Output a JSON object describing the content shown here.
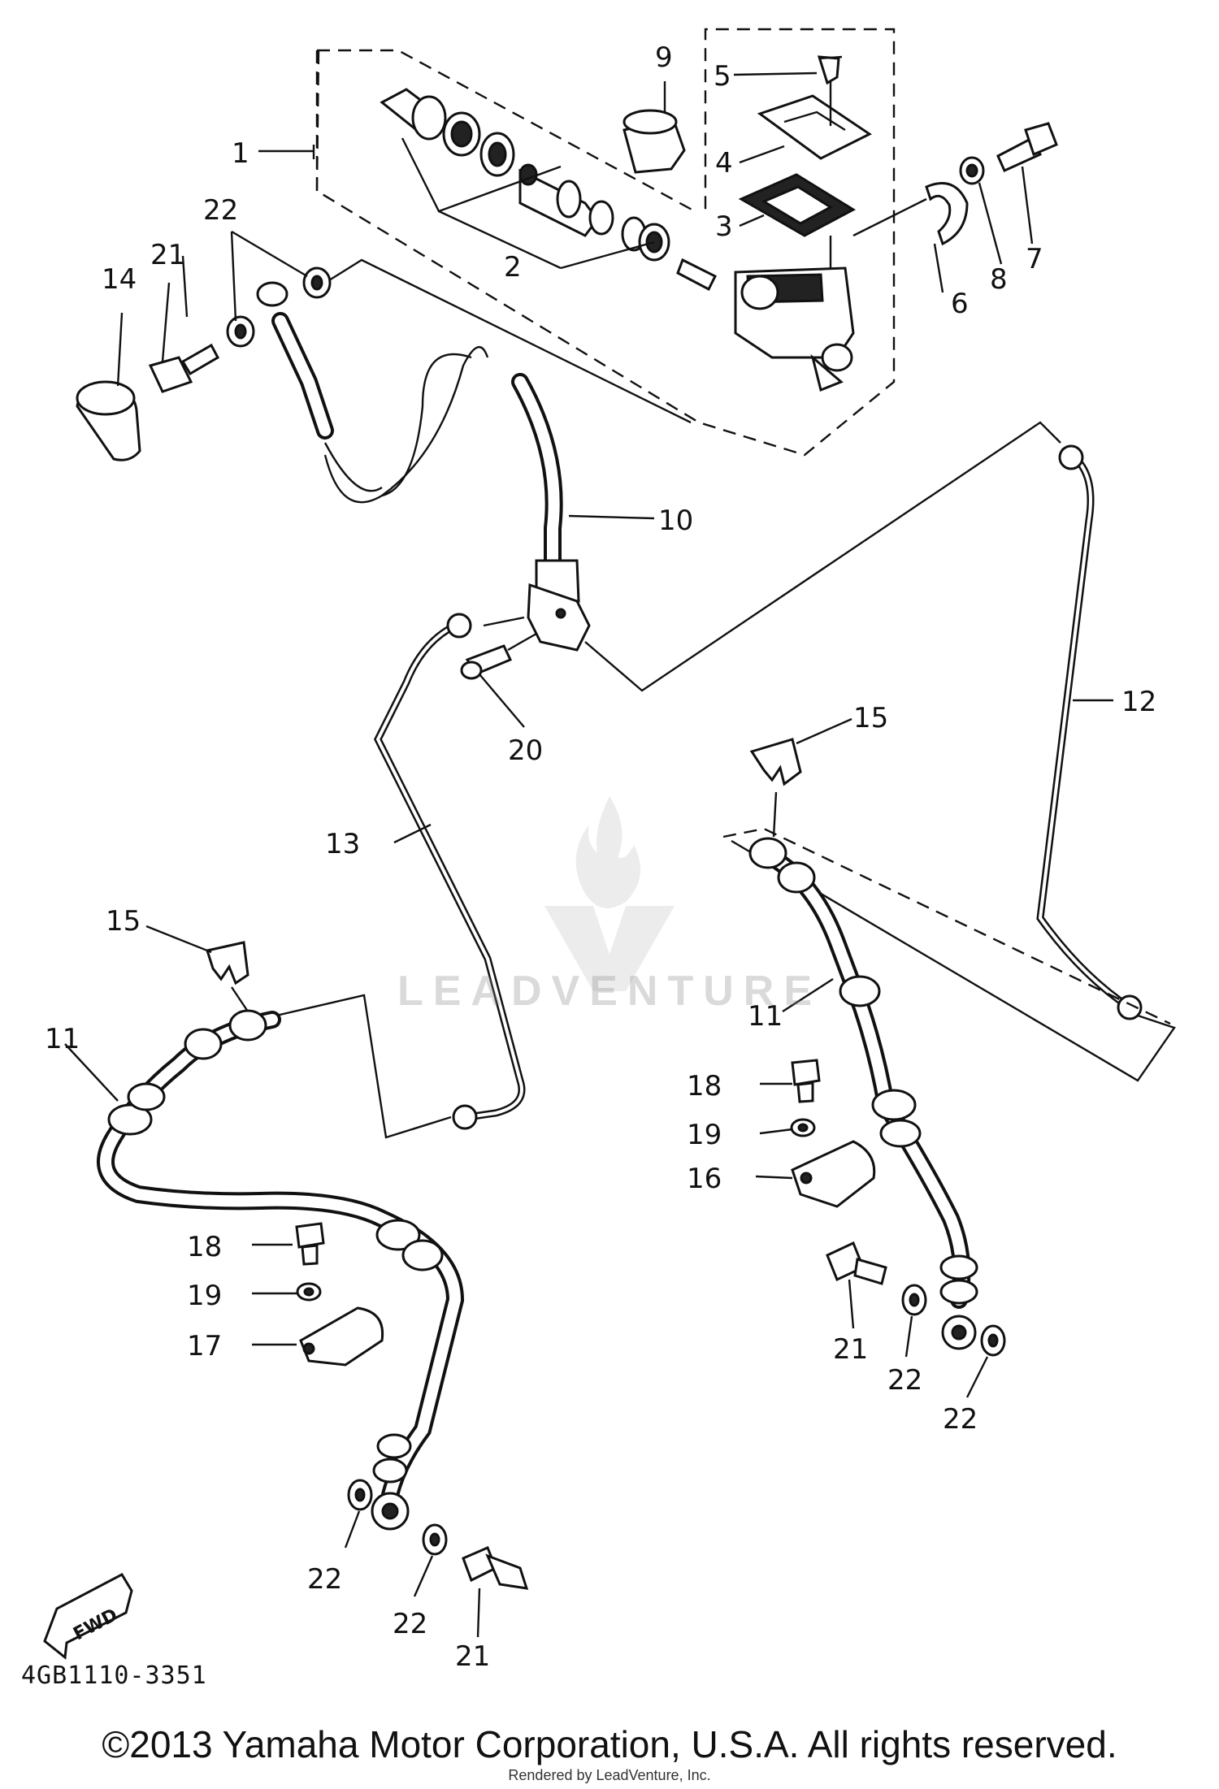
{
  "diagram": {
    "code": "4GB1110-3351",
    "fwd_label": "FWD",
    "callouts": [
      {
        "id": "c1",
        "text": "1"
      },
      {
        "id": "c2",
        "text": "2"
      },
      {
        "id": "c3",
        "text": "3"
      },
      {
        "id": "c4",
        "text": "4"
      },
      {
        "id": "c5",
        "text": "5"
      },
      {
        "id": "c6",
        "text": "6"
      },
      {
        "id": "c7",
        "text": "7"
      },
      {
        "id": "c8",
        "text": "8"
      },
      {
        "id": "c9",
        "text": "9"
      },
      {
        "id": "c10",
        "text": "10"
      },
      {
        "id": "c11a",
        "text": "11"
      },
      {
        "id": "c11b",
        "text": "11"
      },
      {
        "id": "c12",
        "text": "12"
      },
      {
        "id": "c13",
        "text": "13"
      },
      {
        "id": "c14",
        "text": "14"
      },
      {
        "id": "c15a",
        "text": "15"
      },
      {
        "id": "c15b",
        "text": "15"
      },
      {
        "id": "c16",
        "text": "16"
      },
      {
        "id": "c17",
        "text": "17"
      },
      {
        "id": "c18a",
        "text": "18"
      },
      {
        "id": "c18b",
        "text": "18"
      },
      {
        "id": "c19a",
        "text": "19"
      },
      {
        "id": "c19b",
        "text": "19"
      },
      {
        "id": "c20",
        "text": "20"
      },
      {
        "id": "c21a",
        "text": "21"
      },
      {
        "id": "c21b",
        "text": "21"
      },
      {
        "id": "c21c",
        "text": "21"
      },
      {
        "id": "c22a",
        "text": "22"
      },
      {
        "id": "c22b",
        "text": "22"
      },
      {
        "id": "c22c",
        "text": "22"
      },
      {
        "id": "c22d",
        "text": "22"
      },
      {
        "id": "c22e",
        "text": "22"
      }
    ]
  },
  "watermark": "LEADVENTURE",
  "footer": {
    "copyright": "©2013 Yamaha Motor Corporation, U.S.A. All rights reserved.",
    "rendered_by": "Rendered by LeadVenture, Inc."
  }
}
